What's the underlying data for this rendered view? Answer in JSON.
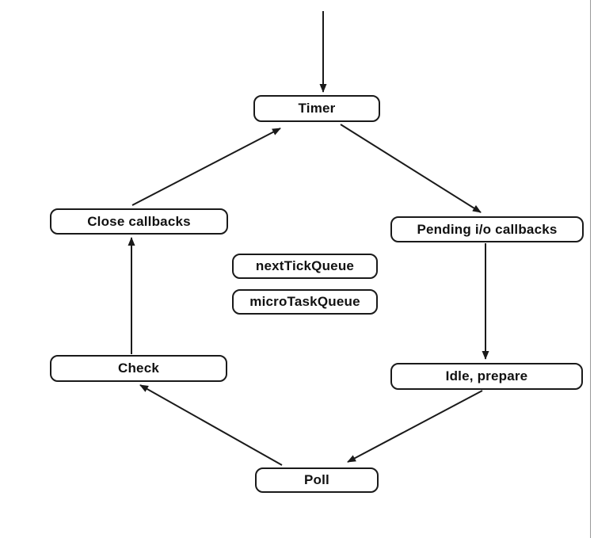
{
  "colors": {
    "background": "#ffffff",
    "node_fill": "#ffffff",
    "node_border": "#1a1a1a",
    "node_text": "#111111",
    "arrow": "#1a1a1a",
    "right_edge_line": "#9a9a9a"
  },
  "diagram": {
    "type": "flowchart",
    "nodes": {
      "timer": {
        "label": "Timer"
      },
      "close_callbacks": {
        "label": "Close callbacks"
      },
      "pending_io_callbacks": {
        "label": "Pending i/o callbacks"
      },
      "next_tick_queue": {
        "label": "nextTickQueue"
      },
      "micro_task_queue": {
        "label": "microTaskQueue"
      },
      "check": {
        "label": "Check"
      },
      "idle_prepare": {
        "label": "Idle, prepare"
      },
      "poll": {
        "label": "Poll"
      }
    },
    "edges": [
      {
        "from": "entry",
        "to": "timer"
      },
      {
        "from": "close_callbacks",
        "to": "timer"
      },
      {
        "from": "timer",
        "to": "pending_io_callbacks"
      },
      {
        "from": "pending_io_callbacks",
        "to": "idle_prepare"
      },
      {
        "from": "idle_prepare",
        "to": "poll"
      },
      {
        "from": "poll",
        "to": "check"
      },
      {
        "from": "check",
        "to": "close_callbacks"
      }
    ]
  }
}
